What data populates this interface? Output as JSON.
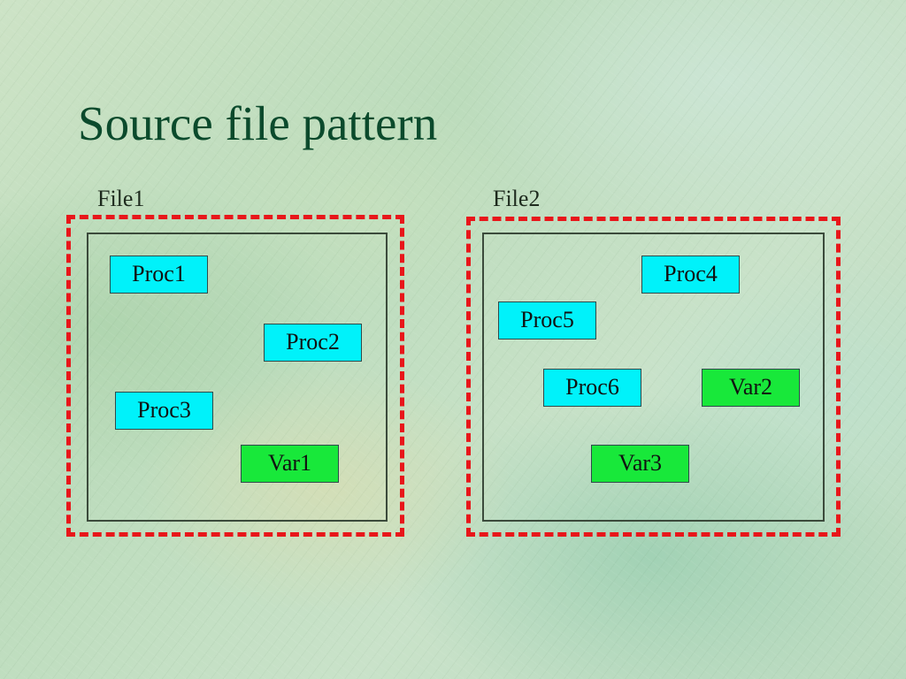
{
  "slide": {
    "title": "Source file pattern"
  },
  "files": [
    {
      "label": "File1",
      "procs": [
        "Proc1",
        "Proc2",
        "Proc3"
      ],
      "vars": [
        "Var1"
      ]
    },
    {
      "label": "File2",
      "procs": [
        "Proc4",
        "Proc5",
        "Proc6"
      ],
      "vars": [
        "Var2",
        "Var3"
      ]
    }
  ],
  "colors": {
    "title": "#0b4a2c",
    "dashed_border": "#e8161a",
    "proc_fill": "#00f2fa",
    "var_fill": "#18e83a"
  }
}
